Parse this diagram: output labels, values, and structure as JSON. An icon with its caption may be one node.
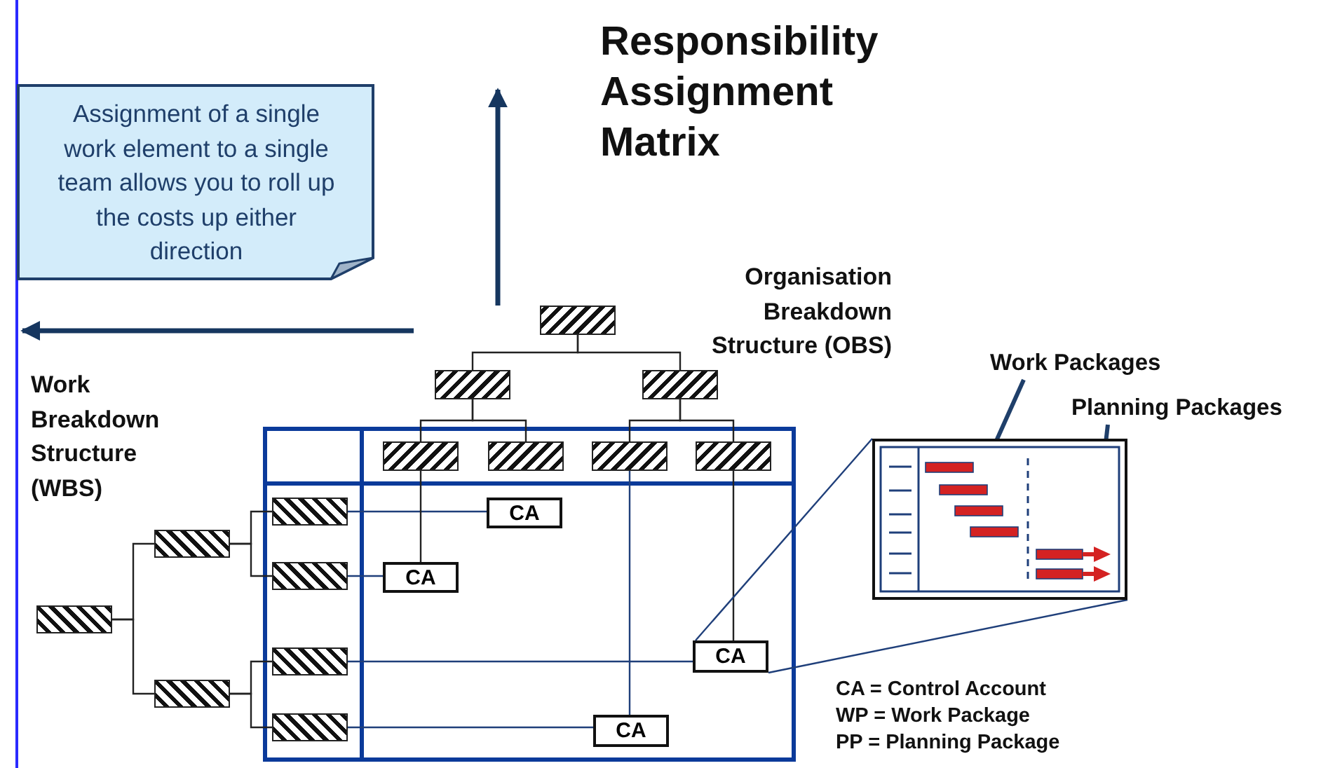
{
  "diagram": {
    "title": "Responsibility Assignment Matrix",
    "nodes": [
      {
        "text": [
          "Assignment of a single work element to a single team allows you to roll up the costs up either direction"
        ]
      },
      {
        "text": [],
        "shape": "box"
      },
      {
        "text": [],
        "shape": "box"
      },
      {
        "text": [],
        "shape": "box"
      },
      {
        "text": [],
        "shape": "box"
      },
      {
        "text": [],
        "shape": "box"
      },
      {
        "text": [],
        "shape": "box"
      },
      {
        "text": [],
        "shape": "box"
      },
      {
        "text": [],
        "shape": "box"
      },
      {
        "text": [],
        "shape": "box"
      },
      {
        "text": [],
        "shape": "box"
      },
      {
        "text": [],
        "shape": "box"
      },
      {
        "text": [],
        "shape": "box"
      },
      {
        "text": [],
        "shape": "box"
      },
      {
        "text": [],
        "shape": "box"
      },
      {
        "text": [
          "CA"
        ]
      },
      {
        "text": [
          "CA"
        ]
      },
      {
        "text": [
          "CA"
        ]
      },
      {
        "text": [
          "CA"
        ]
      },
      {
        "text": [],
        "shape": "picture"
      },
      {
        "text": [
          "Work Packages"
        ]
      },
      {
        "text": [
          "Planning Packages"
        ]
      },
      {
        "text": [],
        "shape": "bar",
        "in": 19
      },
      {
        "text": [],
        "shape": "bar",
        "in": 19
      }
    ],
    "edges": [
      {
        "from": 1,
        "to": 2,
        "arrow": "none"
      },
      {
        "from": 1,
        "to": 3,
        "arrow": "none"
      },
      {
        "from": 2,
        "to": 4,
        "arrow": "none"
      },
      {
        "from": 2,
        "to": 5,
        "arrow": "none"
      },
      {
        "from": 3,
        "to": 6,
        "arrow": "none"
      },
      {
        "from": 3,
        "to": 7,
        "arrow": "none"
      },
      {
        "from": 8,
        "to": 9,
        "arrow": "none"
      },
      {
        "from": 8,
        "to": 10,
        "arrow": "none"
      },
      {
        "from": 9,
        "to": 11,
        "arrow": "none"
      },
      {
        "from": 9,
        "to": 12,
        "arrow": "none"
      },
      {
        "from": 10,
        "to": 13,
        "arrow": "none"
      },
      {
        "from": 10,
        "to": 14,
        "arrow": "none"
      },
      {
        "from": 11,
        "to": 15,
        "arrow": "none",
        "color": "#1f3f7a"
      },
      {
        "from": 12,
        "to": 16,
        "arrow": "none",
        "color": "#1f3f7a"
      },
      {
        "from": 13,
        "to": 17,
        "arrow": "none",
        "color": "#1f3f7a"
      },
      {
        "from": 14,
        "to": 18,
        "arrow": "none",
        "color": "#1f3f7a"
      },
      {
        "from": 4,
        "to": 16,
        "arrow": "none"
      },
      {
        "from": 6,
        "to": 18,
        "arrow": "none",
        "color": "#1f3f7a"
      },
      {
        "from": 7,
        "to": 17,
        "arrow": "none"
      },
      {
        "from": 17,
        "to": 19,
        "arrow": "none",
        "color": "#1f3f7a"
      },
      {
        "from": 17,
        "to": 19,
        "arrow": "none",
        "color": "#1f3f7a"
      },
      {
        "from": 20,
        "to": 22,
        "arrow": "to",
        "style": "thick",
        "color": "#1f3f6a"
      },
      {
        "from": 21,
        "to": 23,
        "arrow": "to",
        "style": "thick",
        "color": "#1f3f6a"
      }
    ],
    "labels": [
      "Organisation Breakdown Structure (OBS)",
      "Work Breakdown Structure (WBS)",
      "CA = Control Account",
      "WP = Work Package",
      "PP = Planning Package"
    ]
  }
}
